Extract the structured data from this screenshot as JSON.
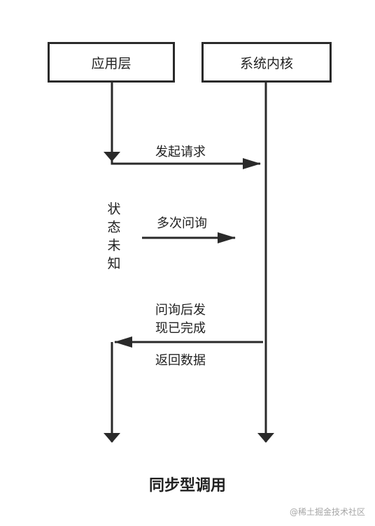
{
  "boxes": {
    "app_layer": "应用层",
    "kernel": "系统内核"
  },
  "messages": {
    "initiate_request": "发起请求",
    "repeated_polling": "多次问询",
    "found_complete_line1": "问询后发",
    "found_complete_line2": "现已完成",
    "return_data": "返回数据"
  },
  "state_label": "状态未知",
  "title": "同步型调用",
  "watermark": "@稀土掘金技术社区",
  "colors": {
    "line": "#2a2a2a",
    "text": "#222222",
    "watermark": "#a6a6a6",
    "background": "#ffffff"
  }
}
